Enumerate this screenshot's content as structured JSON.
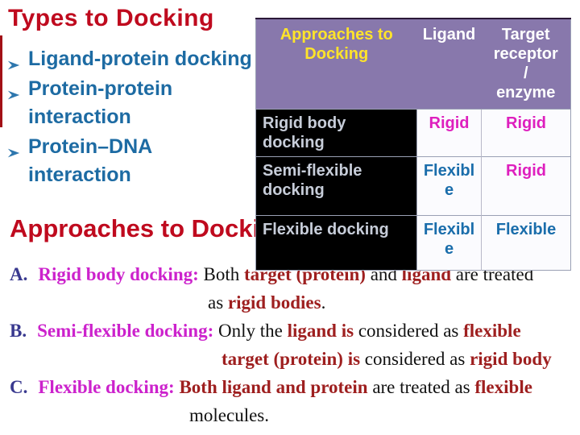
{
  "colors": {
    "heading_red": "#bf0a1e",
    "bullet_blue": "#1d6ba3",
    "table_header_bg": "#8878ac",
    "table_header_yellow": "#ffe42a",
    "table_dark_cell_bg": "#000000",
    "table_dark_cell_text": "#c7cdd9",
    "rigid_magenta": "#de1fbe",
    "flexible_blue": "#1a6dab",
    "definition_marker_navy": "#39398f",
    "definition_label_magenta": "#cc22cc",
    "definition_emphasis_darkred": "#9e1f1f"
  },
  "slide": {
    "title": "Types to Docking",
    "subheading": "Approaches to Docking",
    "bullets": [
      {
        "lines": [
          "Ligand-protein docking"
        ]
      },
      {
        "lines": [
          "Protein-protein",
          "interaction"
        ]
      },
      {
        "lines": [
          "Protein–DNA",
          "interaction"
        ]
      }
    ]
  },
  "table": {
    "headers": [
      {
        "lines": [
          "Approaches to",
          "Docking"
        ]
      },
      {
        "lines": [
          "Ligand"
        ]
      },
      {
        "lines": [
          "Target",
          "receptor",
          "/",
          "enzyme"
        ]
      }
    ],
    "rows": [
      {
        "approach": "Rigid body docking",
        "ligand": "Rigid",
        "target": "Rigid"
      },
      {
        "approach": "Semi-flexible docking",
        "ligand": "Flexible",
        "target": "Rigid"
      },
      {
        "approach": "Flexible docking",
        "ligand": "Flexible",
        "target": "Flexible"
      }
    ]
  },
  "definitions": {
    "a": {
      "marker": "A.",
      "label": "Rigid body docking:",
      "s1": " Both ",
      "em1": "target (protein)",
      "s2": " and ",
      "em2": "ligand",
      "s3": " are treated",
      "cont": {
        "s1": "as ",
        "em1": "rigid bodies",
        "s2": "."
      }
    },
    "b": {
      "marker": "B.",
      "label": "Semi-flexible docking:",
      "s1": " Only the ",
      "em1": "ligand is",
      "s2": " considered as ",
      "em2": "flexible",
      "cont": {
        "em1": "target (protein) is",
        "s1": " considered as ",
        "em2": "rigid body"
      }
    },
    "c": {
      "marker": "C.",
      "label": "Flexible docking:",
      "s1": " ",
      "em1": "Both ligand and protein",
      "s2": " are treated as ",
      "em2": "flexible",
      "cont": {
        "s1": "molecules."
      }
    }
  }
}
